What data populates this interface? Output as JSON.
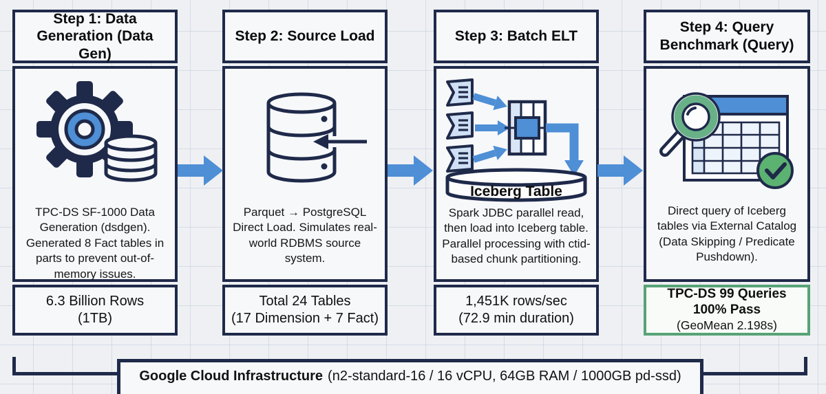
{
  "steps": [
    {
      "title": "Step 1: Data Generation (Data Gen)",
      "icon": "gear-database-icon",
      "description": "TPC-DS SF-1000 Data Generation (dsdgen). Generated 8 Fact tables in parts to prevent out-of-memory issues.",
      "metrics": [
        "6.3 Billion Rows",
        "(1TB)"
      ]
    },
    {
      "title": "Step 2: Source Load",
      "icon": "database-load-icon",
      "description": "Parquet → PostgreSQL Direct Load. Simulates real-world RDBMS source system.",
      "metrics": [
        "Total 24 Tables",
        "(17 Dimension + 7 Fact)"
      ]
    },
    {
      "title": "Step 3: Batch ELT",
      "icon": "parallel-elt-icon",
      "icon_label": "Iceberg Table",
      "description": "Spark JDBC parallel read, then load into Iceberg table. Parallel processing with ctid-based chunk partitioning.",
      "metrics": [
        "1,451K rows/sec",
        "(72.9 min duration)"
      ]
    },
    {
      "title": "Step 4: Query Benchmark (Query)",
      "icon": "query-table-icon",
      "description": "Direct query of Iceberg tables via External Catalog (Data Skipping / Predicate Pushdown).",
      "metrics": [
        "TPC-DS 99 Queries",
        "100% Pass",
        "(GeoMean 2.198s)"
      ],
      "highlighted": true
    }
  ],
  "infrastructure": {
    "name": "Google Cloud Infrastructure",
    "spec": "(n2-standard-16 / 16 vCPU, 64GB RAM / 1000GB pd-ssd)"
  },
  "colors": {
    "navy_border": "#1f2a4a",
    "accent_blue": "#4e8fd6",
    "light_blue_fill": "#cfe0f4",
    "green_check": "#5cb271",
    "green_highlight_border": "#57a376",
    "background": "#eef0f3",
    "box_background": "#f7f8fa"
  }
}
